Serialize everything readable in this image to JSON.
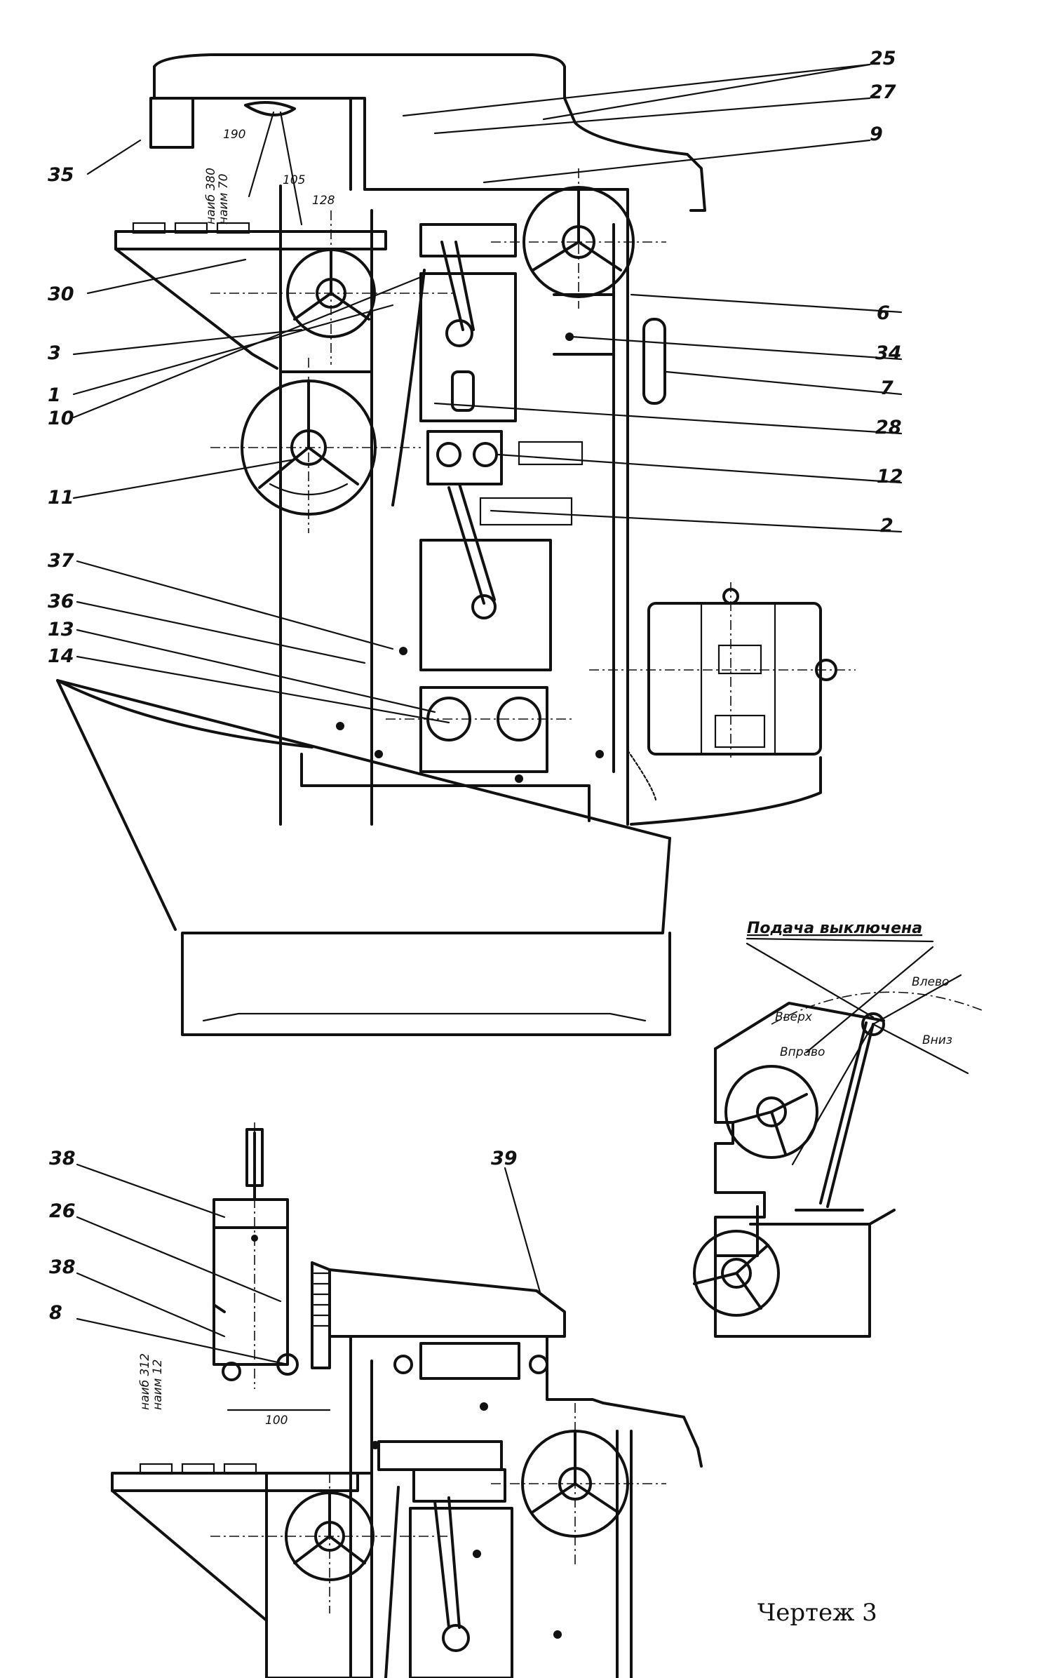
{
  "title": "Чертеж 3",
  "inset_heading": "Подача выключена",
  "inset_labels": [
    "Вверх",
    "Вправо",
    "Влево",
    "Вниз"
  ],
  "dimensions": [
    "190",
    "105",
    "128",
    "наиб 380",
    "наим 70",
    "100",
    "наиб 312",
    "наим 12"
  ],
  "callouts_top_left": [
    "35",
    "30",
    "3",
    "1",
    "10",
    "11",
    "37",
    "36",
    "13",
    "14"
  ],
  "callouts_top_right": [
    "25",
    "27",
    "9",
    "6",
    "34",
    "7",
    "28",
    "12",
    "2"
  ],
  "callouts_bottom": [
    "38",
    "26",
    "38",
    "8",
    "39"
  ]
}
